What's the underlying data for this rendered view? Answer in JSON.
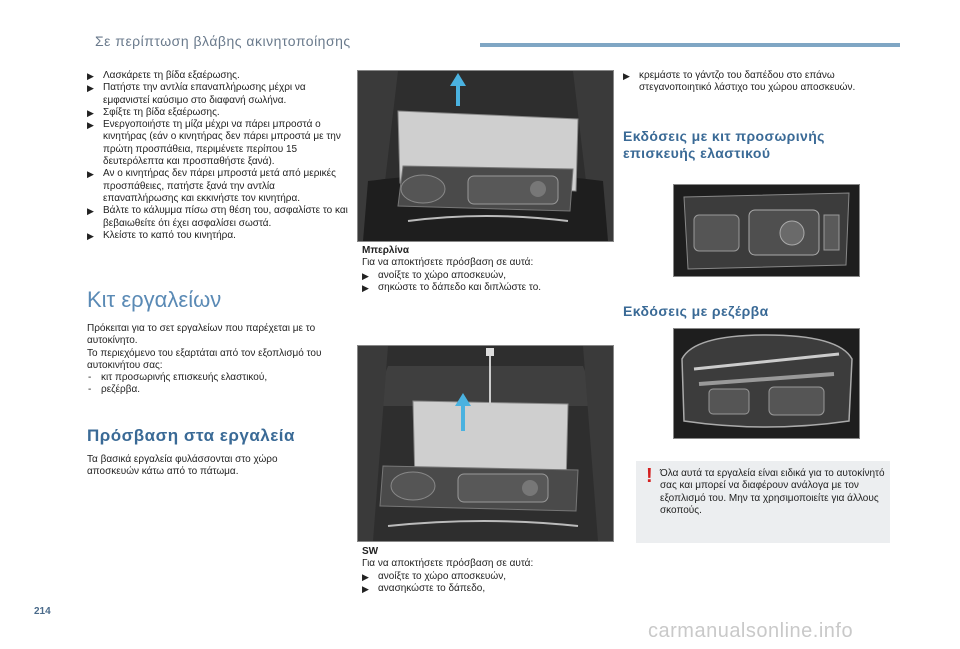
{
  "header": {
    "title": "Σε περίπτωση βλάβης ακινητοποίησης",
    "page_number": "214"
  },
  "left_column": {
    "steps": [
      "Λασκάρετε τη βίδα εξαέρωσης.",
      "Πατήστε την αντλία επαναπλήρωσης μέχρι να εμφανιστεί καύσιμο στο διαφανή σωλήνα.",
      "Σφίξτε τη βίδα εξαέρωσης.",
      "Ενεργοποιήστε τη μίζα μέχρι να πάρει μπροστά ο κινητήρας (εάν ο κινητήρας δεν πάρει μπροστά με την πρώτη προσπάθεια, περιμένετε περίπου 15 δευτερόλεπτα και προσπαθήστε ξανά).",
      "Αν ο κινητήρας δεν πάρει μπροστά μετά από μερικές προσπάθειες, πατήστε ξανά την αντλία επαναπλήρωσης και εκκινήστε τον κινητήρα.",
      "Βάλτε το κάλυμμα πίσω στη θέση του, ασφαλίστε το και βεβαιωθείτε ότι έχει ασφαλίσει σωστά.",
      "Κλείστε το καπό του κινητήρα."
    ],
    "section_title": "Κιτ εργαλείων",
    "intro_1": "Πρόκειται για το σετ εργαλείων που παρέχεται με το αυτοκίνητο.",
    "intro_2": "Το περιεχόμενο του εξαρτάται από τον εξοπλισμό του αυτοκινήτου σας:",
    "variants": [
      "κιτ προσωρινής επισκευής ελαστικού,",
      "ρεζέρβα."
    ],
    "access_title": "Πρόσβαση στα εργαλεία",
    "access_text": "Τα βασικά εργαλεία φυλάσσονται στο χώρο αποσκευών κάτω από το πάτωμα."
  },
  "middle_column": {
    "caption1_title": "Μπερλίνα",
    "caption1_intro": "Για να αποκτήσετε πρόσβαση σε αυτά:",
    "caption1_steps": [
      "ανοίξτε το χώρο αποσκευών,",
      "σηκώστε το δάπεδο και διπλώστε το."
    ],
    "caption2_title": "SW",
    "caption2_intro": "Για να αποκτήσετε πρόσβαση σε αυτά:",
    "caption2_steps": [
      "ανοίξτε το χώρο αποσκευών,",
      "ανασηκώστε το δάπεδο,"
    ]
  },
  "right_column": {
    "steps": [
      "κρεμάστε το γάντζο του δαπέδου στο επάνω στεγανοποιητικό λάστιχο του χώρου αποσκευών."
    ],
    "kit_title": "Εκδόσεις με κιτ προσωρινής επισκευής ελαστικού",
    "spare_title": "Εκδόσεις με ρεζέρβα",
    "note": "Όλα αυτά τα εργαλεία είναι ειδικά για το αυτοκίνητό σας και μπορεί να διαφέρουν ανάλογα με τον εξοπλισμό του. Μην τα χρησιμοποιείτε για άλλους σκοπούς."
  },
  "icons": {
    "bullet": "arrow-bullet-icon",
    "warning": "exclamation-icon"
  },
  "colors": {
    "accent": "#5a8ab5",
    "warning": "#d42020"
  },
  "watermark": "carmanualsonline.info"
}
